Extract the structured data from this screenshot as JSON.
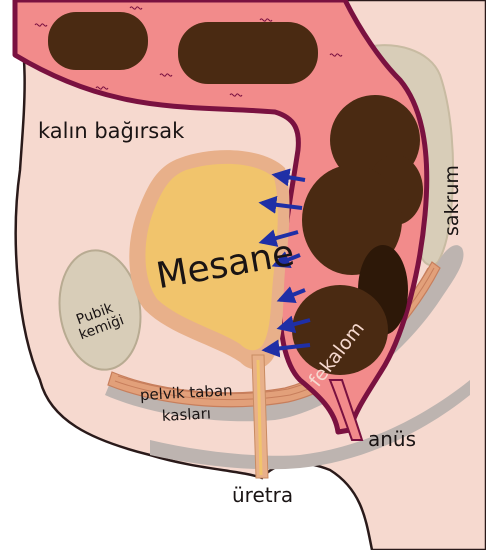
{
  "diagram": {
    "labels": {
      "large_intestine": "kalın bağırsak",
      "bladder": "Mesane",
      "pubic_bone_line1": "Pubik",
      "pubic_bone_line2": "kemiği",
      "sacrum": "sakrum",
      "pelvic_floor_line1": "pelvik taban",
      "pelvic_floor_line2": "kasları",
      "fecaloma": "fekalom",
      "anus": "anüs",
      "urethra": "üretra"
    },
    "colors": {
      "skin": "#f6d9cf",
      "skin_outline": "#2a1a1a",
      "colon_wall": "#f28b8b",
      "colon_outline": "#7a1140",
      "stool": "#4a2a12",
      "stool_dark": "#2d1808",
      "bladder": "#f1c46c",
      "bladder_wall": "#e8b08a",
      "bone": "#d8cdb8",
      "muscle": "#e2a07a",
      "muscle_gray": "#bdb4b0",
      "arrow": "#1f2fa6"
    },
    "arrow_count": 7
  }
}
